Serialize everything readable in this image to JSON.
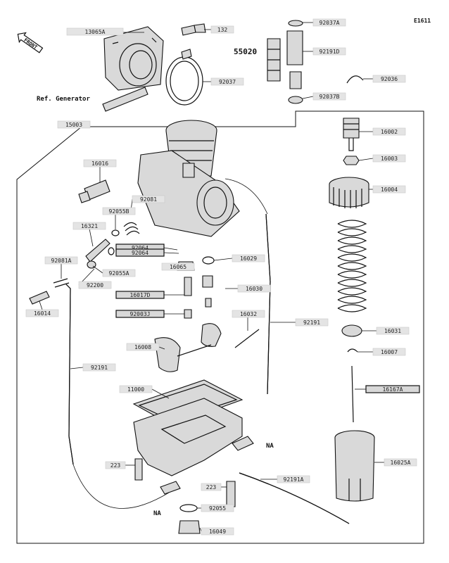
{
  "diagram_id": "E1611",
  "front_marker": "FRONT",
  "ref_generator": "Ref. Generator",
  "assembly_number": "55020",
  "na_labels": [
    "NA",
    "NA"
  ],
  "labels": [
    "13065A",
    "132",
    "92037A",
    "92191D",
    "92037",
    "92036",
    "92037B",
    "15003",
    "16002",
    "16003",
    "16004",
    "16016",
    "92081",
    "92055B",
    "16321",
    "92064",
    "92064",
    "16029",
    "16065",
    "92081A",
    "92055A",
    "92200",
    "16030",
    "16017D",
    "92003J",
    "16014",
    "16032",
    "92191",
    "16031",
    "16007",
    "16008",
    "92191",
    "16167A",
    "11000",
    "16025A",
    "223",
    "223",
    "92191A",
    "92055",
    "16049"
  ]
}
